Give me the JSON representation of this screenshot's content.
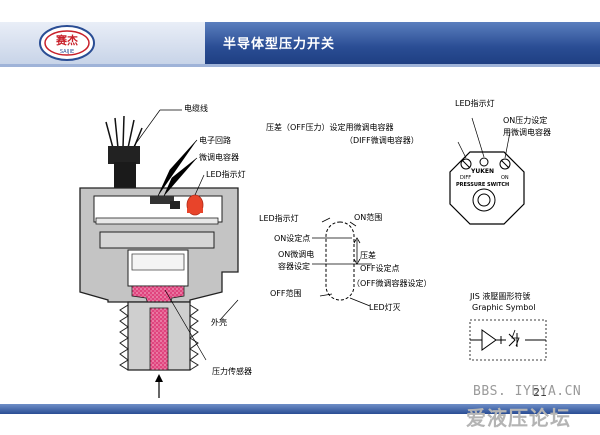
{
  "header": {
    "logo_text": "赛杰",
    "logo_subtext": "SAIJIE",
    "title": "半导体型压力开关"
  },
  "left_diagram": {
    "labels": {
      "cable": "电缆线",
      "circuit": "电子回路",
      "trimmer": "微调电容器",
      "led": "LED指示灯",
      "housing": "外壳",
      "sensor": "压力传感器"
    }
  },
  "center_diagram": {
    "labels": {
      "led": "LED指示灯",
      "on_range": "ON范围",
      "on_setpoint": "ON设定点",
      "on_trimmer_1": "ON微调电",
      "on_trimmer_2": "容器设定",
      "diff": "压差",
      "off_setpoint": "OFF设定点",
      "off_trimmer": "（OFF微调容器设定）",
      "off_range": "OFF范围",
      "led_off": "LED灯灭"
    }
  },
  "right_diagram": {
    "labels": {
      "diff_trimmer_1": "压差（OFF压力）设定用微调电容器",
      "diff_trimmer_2": "（DIFF微调电容器）",
      "led": "LED指示灯",
      "on_set_1": "ON压力设定",
      "on_set_2": "用微调电容器",
      "brand": "YUKEN",
      "diff": "DIFF",
      "on": "ON",
      "pressure_switch": "PRESSURE SWITCH"
    }
  },
  "symbol": {
    "title": "JIS 液壓圖形符號",
    "subtitle": "Graphic Symbol"
  },
  "footer": {
    "page_number": "21",
    "watermark_url": "BBS. IYEYA.CN",
    "watermark_text": "爱液压论坛"
  },
  "colors": {
    "header_blue": "#2a4d94",
    "sensor_pink": "#e0447e",
    "led_red": "#e8442a",
    "body_gray": "#c8c8c8"
  }
}
